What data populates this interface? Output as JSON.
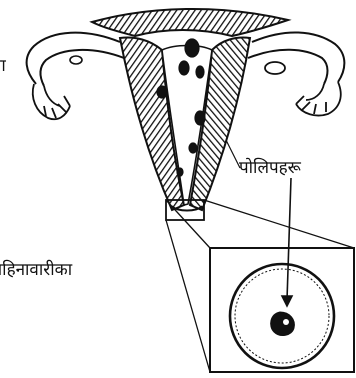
{
  "labels": {
    "left_partial": "ना",
    "polyps": "पोलिपहरू",
    "menstrual_partial": "महिनावारीका"
  },
  "colors": {
    "ink": "#111111",
    "background": "#ffffff"
  }
}
